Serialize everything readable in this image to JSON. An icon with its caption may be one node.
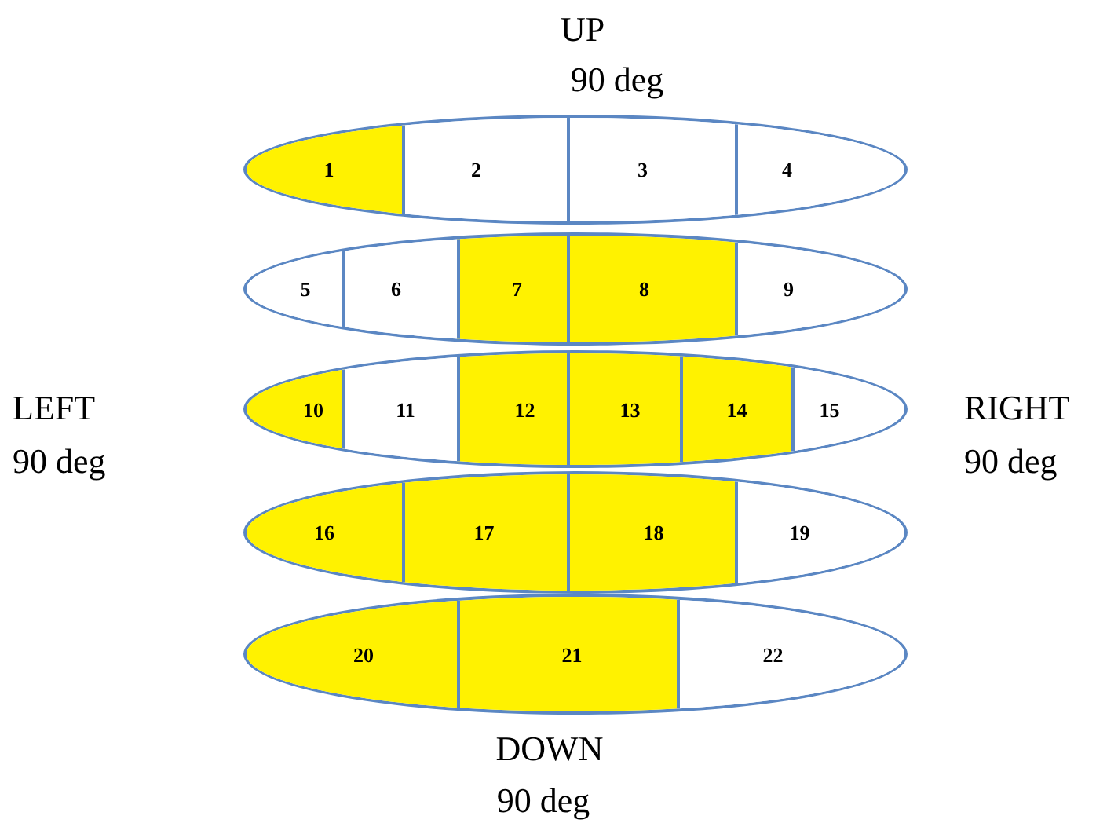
{
  "diagram": {
    "nodes": [
      {
        "text": [],
        "shape": "ellipse"
      },
      {
        "text": [
          "1"
        ],
        "in": 0
      },
      {
        "text": [
          "2"
        ],
        "in": 0
      },
      {
        "text": [
          "3"
        ],
        "in": 0
      },
      {
        "text": [
          "4"
        ],
        "in": 0
      },
      {
        "text": [],
        "shape": "ellipse"
      },
      {
        "text": [
          "5"
        ],
        "in": 5
      },
      {
        "text": [
          "6"
        ],
        "in": 5
      },
      {
        "text": [
          "7"
        ],
        "in": 5
      },
      {
        "text": [
          "8"
        ],
        "in": 5
      },
      {
        "text": [
          "9"
        ],
        "in": 5
      },
      {
        "text": [],
        "shape": "ellipse"
      },
      {
        "text": [
          "10"
        ],
        "in": 11
      },
      {
        "text": [
          "11"
        ],
        "in": 11
      },
      {
        "text": [
          "12"
        ],
        "in": 11
      },
      {
        "text": [
          "13"
        ],
        "in": 11
      },
      {
        "text": [
          "14"
        ],
        "in": 11
      },
      {
        "text": [
          "15"
        ],
        "in": 11
      },
      {
        "text": [],
        "shape": "ellipse"
      },
      {
        "text": [
          "16"
        ],
        "in": 18
      },
      {
        "text": [
          "17"
        ],
        "in": 18
      },
      {
        "text": [
          "18"
        ],
        "in": 18
      },
      {
        "text": [
          "19"
        ],
        "in": 18
      },
      {
        "text": [],
        "shape": "ellipse"
      },
      {
        "text": [
          "20"
        ],
        "in": 23
      },
      {
        "text": [
          "21"
        ],
        "in": 23
      },
      {
        "text": [
          "22"
        ],
        "in": 23
      }
    ],
    "labels": [
      "UP",
      "90 deg",
      "LEFT",
      "90 deg",
      "RIGHT",
      "90 deg",
      "DOWN",
      "90 deg"
    ]
  }
}
